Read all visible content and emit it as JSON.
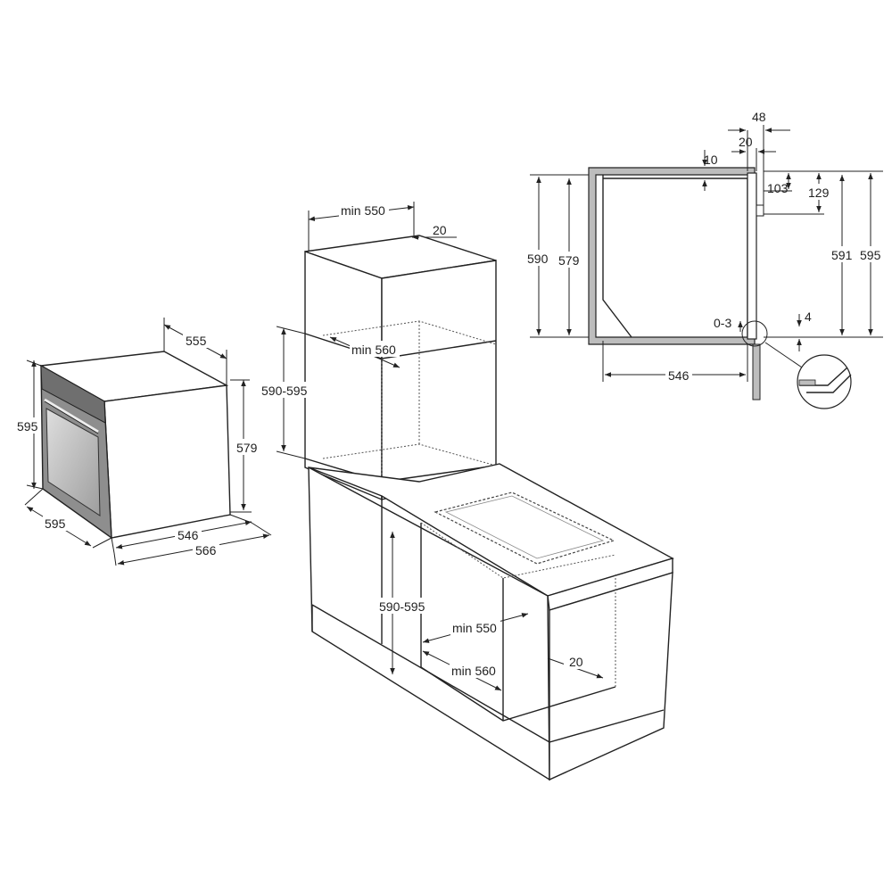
{
  "dimensions": {
    "oven": {
      "depth_555": "555",
      "height_595": "595",
      "height_579": "579",
      "width_595": "595",
      "depth_546": "546",
      "depth_566": "566"
    },
    "tall_cabinet": {
      "min_550": "min 550",
      "gap_20": "20",
      "min_560": "min 560",
      "height_590_595": "590-595"
    },
    "base_cabinet": {
      "height_590_595": "590-595",
      "min_550": "min 550",
      "min_560": "min 560",
      "gap_20": "20"
    },
    "section": {
      "d_48": "48",
      "d_20": "20",
      "d_10": "10",
      "d_103": "103",
      "d_129": "129",
      "d_590": "590",
      "d_579": "579",
      "d_591": "591",
      "d_595": "595",
      "d_0_3": "0-3",
      "d_4": "4",
      "d_546": "546"
    }
  },
  "colors": {
    "line": "#222222",
    "oven_front": "#9a9a9a",
    "door_glass": "#c8c8c8",
    "cabinet_fill": "#ffffff"
  }
}
